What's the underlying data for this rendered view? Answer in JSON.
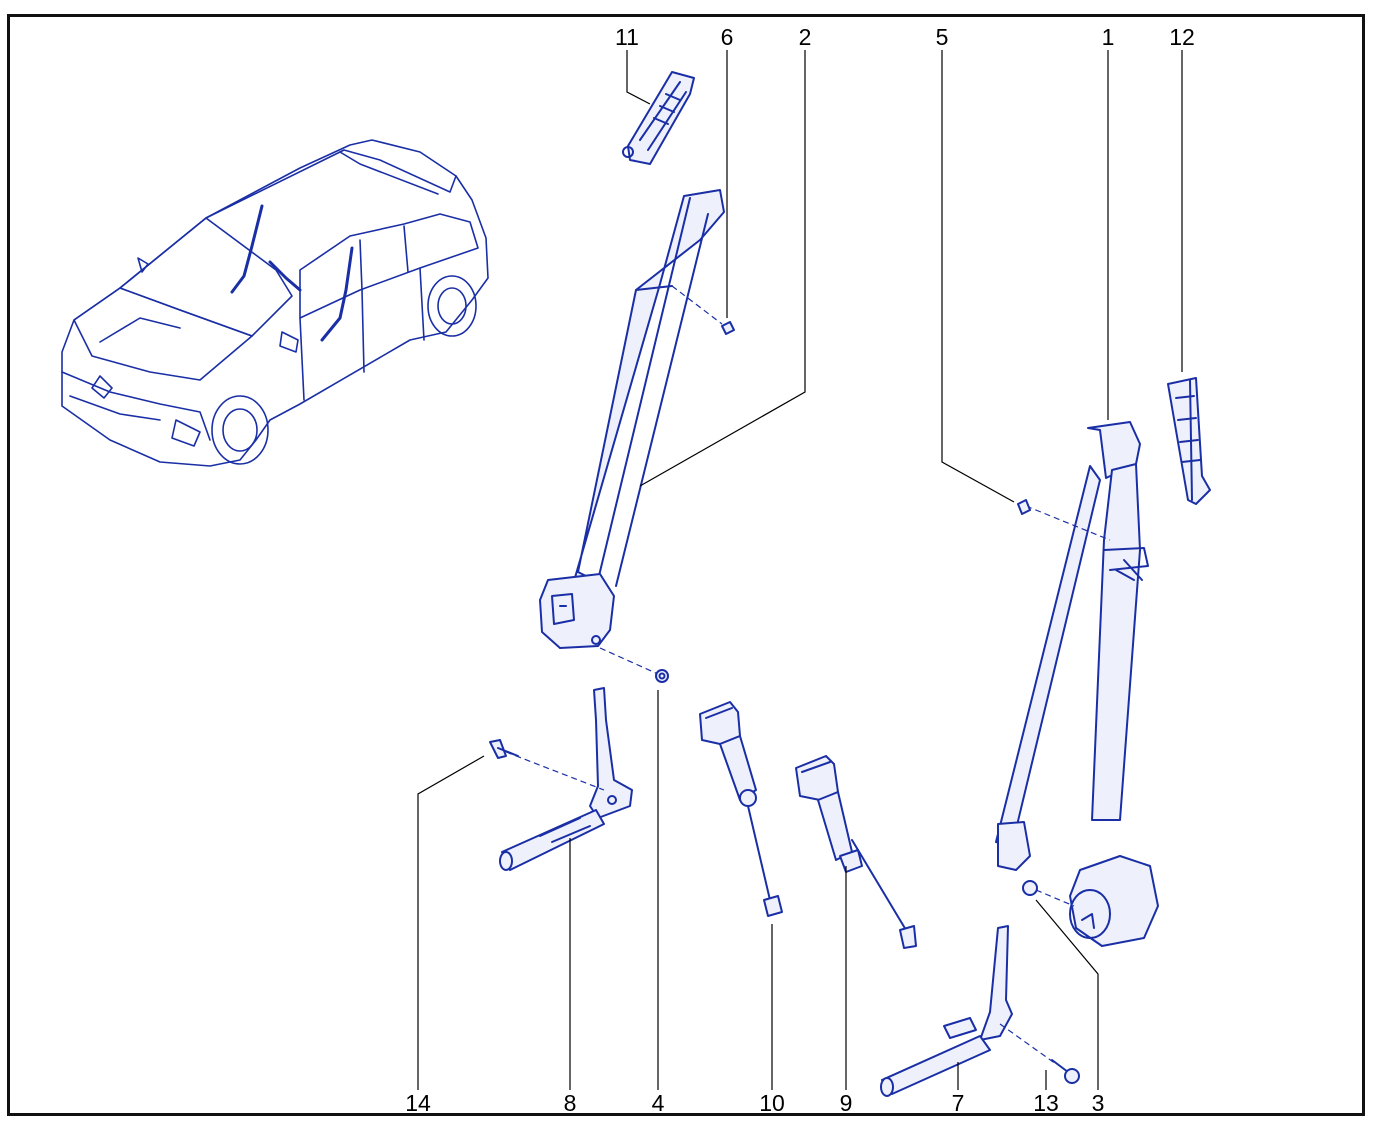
{
  "callouts": {
    "c1": "1",
    "c2": "2",
    "c3": "3",
    "c4": "4",
    "c5": "5",
    "c6": "6",
    "c7": "7",
    "c8": "8",
    "c9": "9",
    "c10": "10",
    "c11": "11",
    "c12": "12",
    "c13": "13",
    "c14": "14"
  },
  "colors": {
    "line_art": "#1a2fa6",
    "frame": "#111111",
    "leader": "#000000"
  }
}
